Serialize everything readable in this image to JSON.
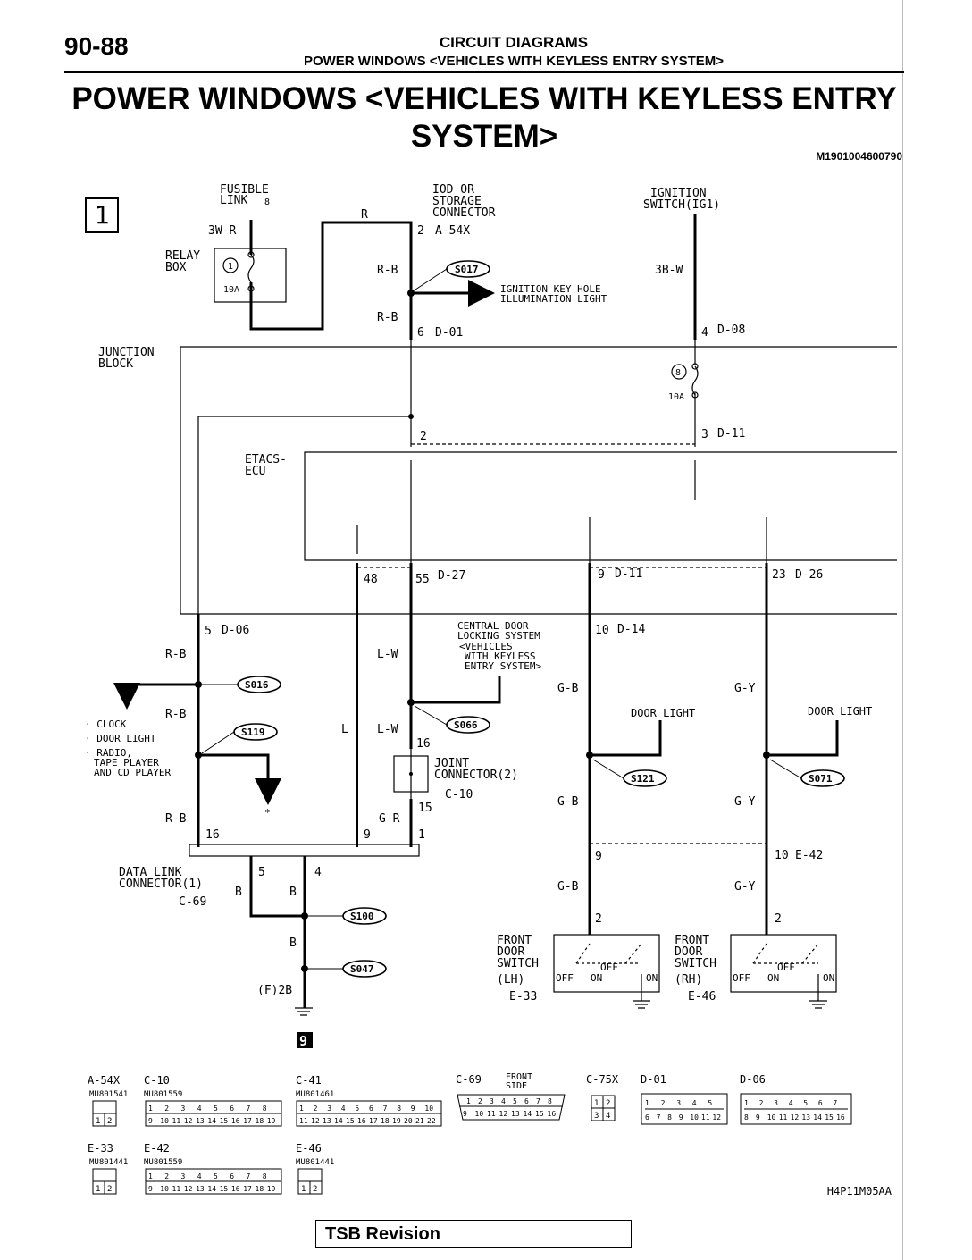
{
  "header": {
    "page_number": "90-88",
    "section": "CIRCUIT DIAGRAMS",
    "subsection": "POWER WINDOWS <VEHICLES WITH KEYLESS ENTRY SYSTEM>"
  },
  "title": {
    "line1": "POWER WINDOWS <VEHICLES WITH KEYLESS ENTRY",
    "line2": "SYSTEM>"
  },
  "doc_id": "M1901004600790",
  "diagram_number": "1",
  "figure_code": "H4P11M05AA",
  "tsb_label": "TSB Revision",
  "labels": {
    "fusible_link_1": "FUSIBLE",
    "fusible_link_2": "LINK",
    "fusible_link_num": "8",
    "wire_3wr": "3W-R",
    "relay_box_1": "RELAY",
    "relay_box_2": "BOX",
    "fuse1_num": "1",
    "fuse1_amp": "10A",
    "wire_r_top": "R",
    "iod_1": "IOD OR",
    "iod_2": "STORAGE",
    "iod_3": "CONNECTOR",
    "iod_pin": "2",
    "iod_conn": "A-54X",
    "wire_rb_1": "R-B",
    "s017": "S017",
    "ign_key_1": "IGNITION KEY HOLE",
    "ign_key_2": "ILLUMINATION LIGHT",
    "wire_rb_2": "R-B",
    "d01_pin": "6",
    "d01_conn": "D-01",
    "ign_sw_1": "IGNITION",
    "ign_sw_2": "SWITCH(IG1)",
    "wire_3bw": "3B-W",
    "d08_pin": "4",
    "d08_conn": "D-08",
    "junction_1": "JUNCTION",
    "junction_2": "BLOCK",
    "fuse8_num": "8",
    "fuse8_amp": "10A",
    "jb_pin2": "2",
    "d11_pin3": "3",
    "d11_conn_a": "D-11",
    "etacs_1": "ETACS-",
    "etacs_2": "ECU",
    "pin48": "48",
    "pin55": "55",
    "d27_conn": "D-27",
    "pin9": "9",
    "d11_conn_b": "D-11",
    "pin23": "23",
    "d26_conn": "D-26",
    "d06_pin": "5",
    "d06_conn": "D-06",
    "wire_rb_3": "R-B",
    "s016": "S016",
    "loads_1": "· CLOCK",
    "loads_2": "· DOOR LIGHT",
    "loads_3": "· RADIO,",
    "loads_4": "TAPE PLAYER",
    "loads_5": "AND CD PLAYER",
    "wire_rb_4": "R-B",
    "s119": "S119",
    "asterisk": "*",
    "wire_rb_5": "R-B",
    "wire_l": "L",
    "wire_lw_1": "L-W",
    "central_1": "CENTRAL DOOR",
    "central_2": "LOCKING SYSTEM",
    "central_3": "<VEHICLES",
    "central_4": "WITH KEYLESS",
    "central_5": "ENTRY SYSTEM>",
    "wire_lw_2": "L-W",
    "s066": "S066",
    "pin16_jc": "16",
    "joint_1": "JOINT",
    "joint_2": "CONNECTOR(2)",
    "c10_conn": "C-10",
    "pin15_jc": "15",
    "wire_gr": "G-R",
    "dl_pin16": "16",
    "dl_pin9": "9",
    "dl_pin1": "1",
    "dl_pin5": "5",
    "dl_pin4": "4",
    "datalink_1": "DATA LINK",
    "datalink_2": "CONNECTOR(1)",
    "c69_conn": "C-69",
    "wire_b1": "B",
    "wire_b2": "B",
    "s100": "S100",
    "wire_b3": "B",
    "s047": "S047",
    "ground_pin": "(F)2B",
    "ground_num": "9",
    "d14_pin": "10",
    "d14_conn": "D-14",
    "wire_gb_1": "G-B",
    "door_light_lh": "DOOR LIGHT",
    "s121": "S121",
    "wire_gb_2": "G-B",
    "lh_pin9": "9",
    "wire_gb_3": "G-B",
    "lh_pin2": "2",
    "front_lh_1": "FRONT",
    "front_lh_2": "DOOR",
    "front_lh_3": "SWITCH",
    "front_lh_4": "(LH)",
    "e33_conn": "E-33",
    "off_1": "OFF",
    "off_2": "OFF",
    "on_1": "ON",
    "on_2": "ON",
    "wire_gy_1": "G-Y",
    "door_light_rh": "DOOR LIGHT",
    "s071": "S071",
    "wire_gy_2": "G-Y",
    "e42_pin": "10",
    "e42_conn": "E-42",
    "wire_gy_3": "G-Y",
    "rh_pin2": "2",
    "front_rh_1": "FRONT",
    "front_rh_2": "DOOR",
    "front_rh_3": "SWITCH",
    "front_rh_4": "(RH)",
    "e46_conn": "E-46",
    "off_3": "OFF",
    "off_4": "OFF",
    "on_3": "ON",
    "on_4": "ON"
  },
  "connectors": {
    "a54x": {
      "name": "A-54X",
      "part": "MU801541",
      "pins": [
        "1",
        "2"
      ]
    },
    "c10": {
      "name": "C-10",
      "part": "MU801559",
      "pins_top": [
        "1",
        "2",
        "3",
        "4",
        "5",
        "6",
        "7",
        "8"
      ],
      "pins_bottom": [
        "9",
        "10",
        "11",
        "12",
        "13",
        "14",
        "15",
        "16",
        "17",
        "18",
        "19"
      ]
    },
    "c41": {
      "name": "C-41",
      "part": "MU801461",
      "pins_top": [
        "1",
        "2",
        "3",
        "4",
        "5",
        "6",
        "7",
        "8",
        "9",
        "10"
      ],
      "pins_bottom": [
        "11",
        "12",
        "13",
        "14",
        "15",
        "16",
        "17",
        "18",
        "19",
        "20",
        "21",
        "22"
      ]
    },
    "c69": {
      "name": "C-69",
      "side_1": "FRONT",
      "side_2": "SIDE",
      "pins_top": [
        "1",
        "2",
        "3",
        "4",
        "5",
        "6",
        "7",
        "8"
      ],
      "pins_bottom": [
        "9",
        "10",
        "11",
        "12",
        "13",
        "14",
        "15",
        "16"
      ]
    },
    "c75x": {
      "name": "C-75X",
      "pins": [
        "1",
        "2",
        "3",
        "4"
      ]
    },
    "d01": {
      "name": "D-01",
      "pins_top": [
        "1",
        "2",
        "3",
        "4",
        "5"
      ],
      "pins_bottom": [
        "6",
        "7",
        "8",
        "9",
        "10",
        "11",
        "12"
      ]
    },
    "d06": {
      "name": "D-06",
      "pins_top": [
        "1",
        "2",
        "3",
        "4",
        "5",
        "6",
        "7"
      ],
      "pins_bottom": [
        "8",
        "9",
        "10",
        "11",
        "12",
        "13",
        "14",
        "15",
        "16"
      ]
    },
    "e33": {
      "name": "E-33",
      "part": "MU801441",
      "pins": [
        "1",
        "2"
      ]
    },
    "e42": {
      "name": "E-42",
      "part": "MU801559",
      "pins_top": [
        "1",
        "2",
        "3",
        "4",
        "5",
        "6",
        "7",
        "8"
      ],
      "pins_bottom": [
        "9",
        "10",
        "11",
        "12",
        "13",
        "14",
        "15",
        "16",
        "17",
        "18",
        "19"
      ]
    },
    "e46": {
      "name": "E-46",
      "part": "MU801441",
      "pins": [
        "1",
        "2"
      ]
    }
  }
}
